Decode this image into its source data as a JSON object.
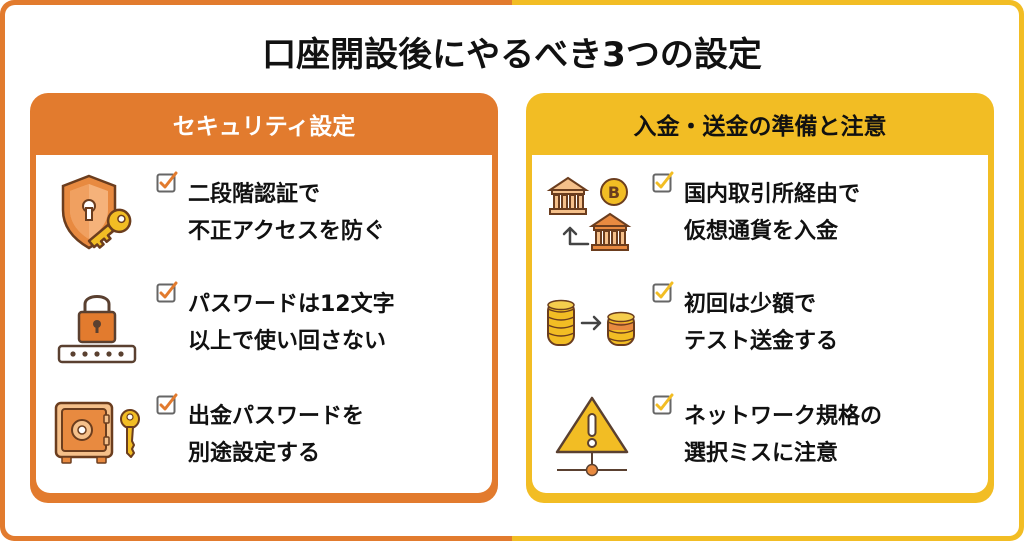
{
  "title": "口座開設後にやるべき3つの設定",
  "colors": {
    "orange": "#e27b2e",
    "yellow": "#f2bd24",
    "text": "#111111",
    "white": "#ffffff"
  },
  "panels": [
    {
      "heading": "セキュリティ設定",
      "color": "#e27b2e",
      "items": [
        {
          "icon": "shield-key-icon",
          "line1": "二段階認証で",
          "line2": "不正アクセスを防ぐ",
          "checked": true
        },
        {
          "icon": "padlock-password-icon",
          "line1": "パスワードは12文字",
          "line2": "以上で使い回さない",
          "checked": true
        },
        {
          "icon": "safe-key-icon",
          "line1": "出金パスワードを",
          "line2": "別途設定する",
          "checked": true
        }
      ]
    },
    {
      "heading": "入金・送金の準備と注意",
      "color": "#f2bd24",
      "items": [
        {
          "icon": "bank-bitcoin-transfer-icon",
          "line1": "国内取引所経由で",
          "line2": "仮想通貨を入金",
          "checked": true
        },
        {
          "icon": "coins-transfer-icon",
          "line1": "初回は少額で",
          "line2": "テスト送金する",
          "checked": true
        },
        {
          "icon": "warning-network-icon",
          "line1": "ネットワーク規格の",
          "line2": "選択ミスに注意",
          "checked": true
        }
      ]
    }
  ]
}
